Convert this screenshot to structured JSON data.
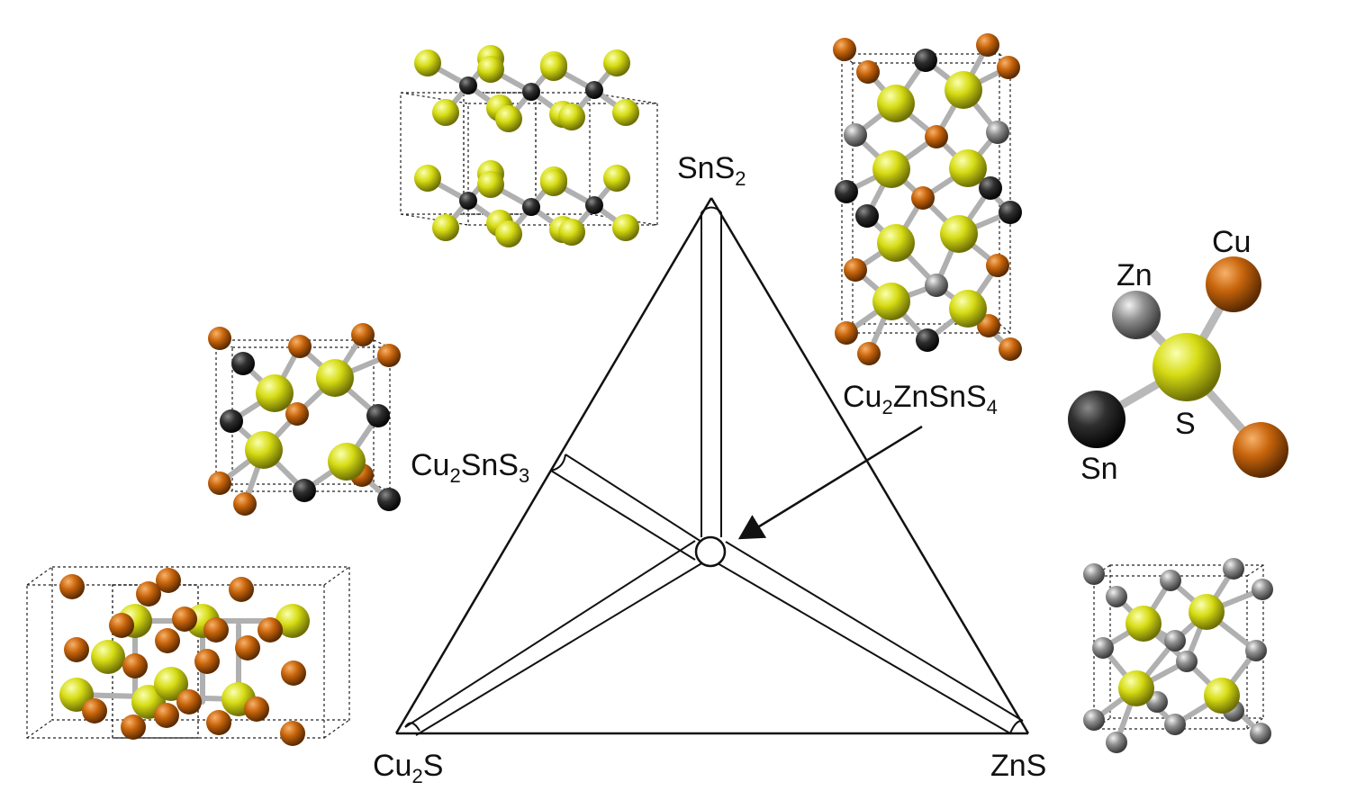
{
  "labels": {
    "top_vertex": {
      "main": "SnS",
      "sub": "2"
    },
    "left_vertex": {
      "main": "Cu",
      "sub": "2",
      "tail": "S"
    },
    "right_vertex": "ZnS",
    "left_edge": {
      "a": "Cu",
      "sub1": "2",
      "b": "SnS",
      "sub2": "3"
    },
    "center": {
      "a": "Cu",
      "sub1": "2",
      "b": "ZnSnS",
      "sub2": "4"
    }
  },
  "tetrahedron_labels": {
    "cu": "Cu",
    "zn": "Zn",
    "s": "S",
    "sn": "Sn"
  },
  "colors": {
    "s_atom": "#d6dc14",
    "cu_atom": "#c8650c",
    "zn_atom": "#8a8a8a",
    "sn_atom": "#2b2b2b",
    "bond": "#b9b9b9",
    "line": "#111111"
  }
}
